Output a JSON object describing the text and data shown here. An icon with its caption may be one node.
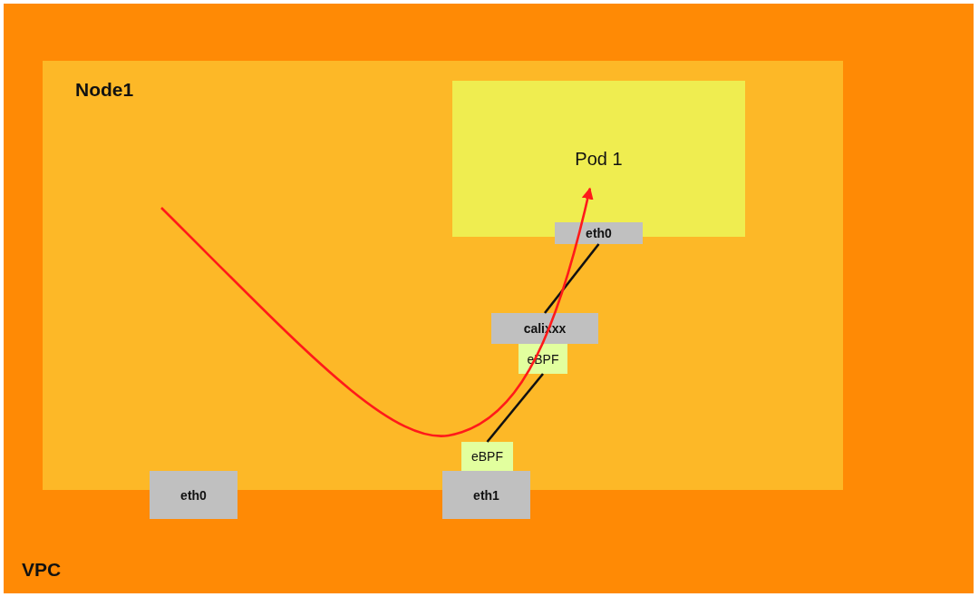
{
  "diagram": {
    "nodes": [
      {
        "text": [
          "VPC"
        ]
      },
      {
        "text": [
          "Node1"
        ],
        "in": 0
      },
      {
        "text": [
          "Pod 1"
        ],
        "in": 1
      },
      {
        "text": [
          "eth0"
        ],
        "in": 1
      },
      {
        "text": [
          "calixxx"
        ],
        "in": 1
      },
      {
        "text": [
          "eBPF"
        ],
        "in": 1
      },
      {
        "text": [
          "eBPF"
        ],
        "in": 1
      },
      {
        "text": [
          "eth0"
        ],
        "in": 0
      },
      {
        "text": [
          "eth1"
        ],
        "in": 0
      }
    ],
    "edges": [
      {
        "from": 3,
        "to": 4,
        "arrow": "none"
      },
      {
        "from": 5,
        "to": 6,
        "arrow": "none"
      },
      {
        "from": null,
        "to": 2,
        "arrow": "to",
        "color": "#ff1a1a"
      }
    ]
  }
}
